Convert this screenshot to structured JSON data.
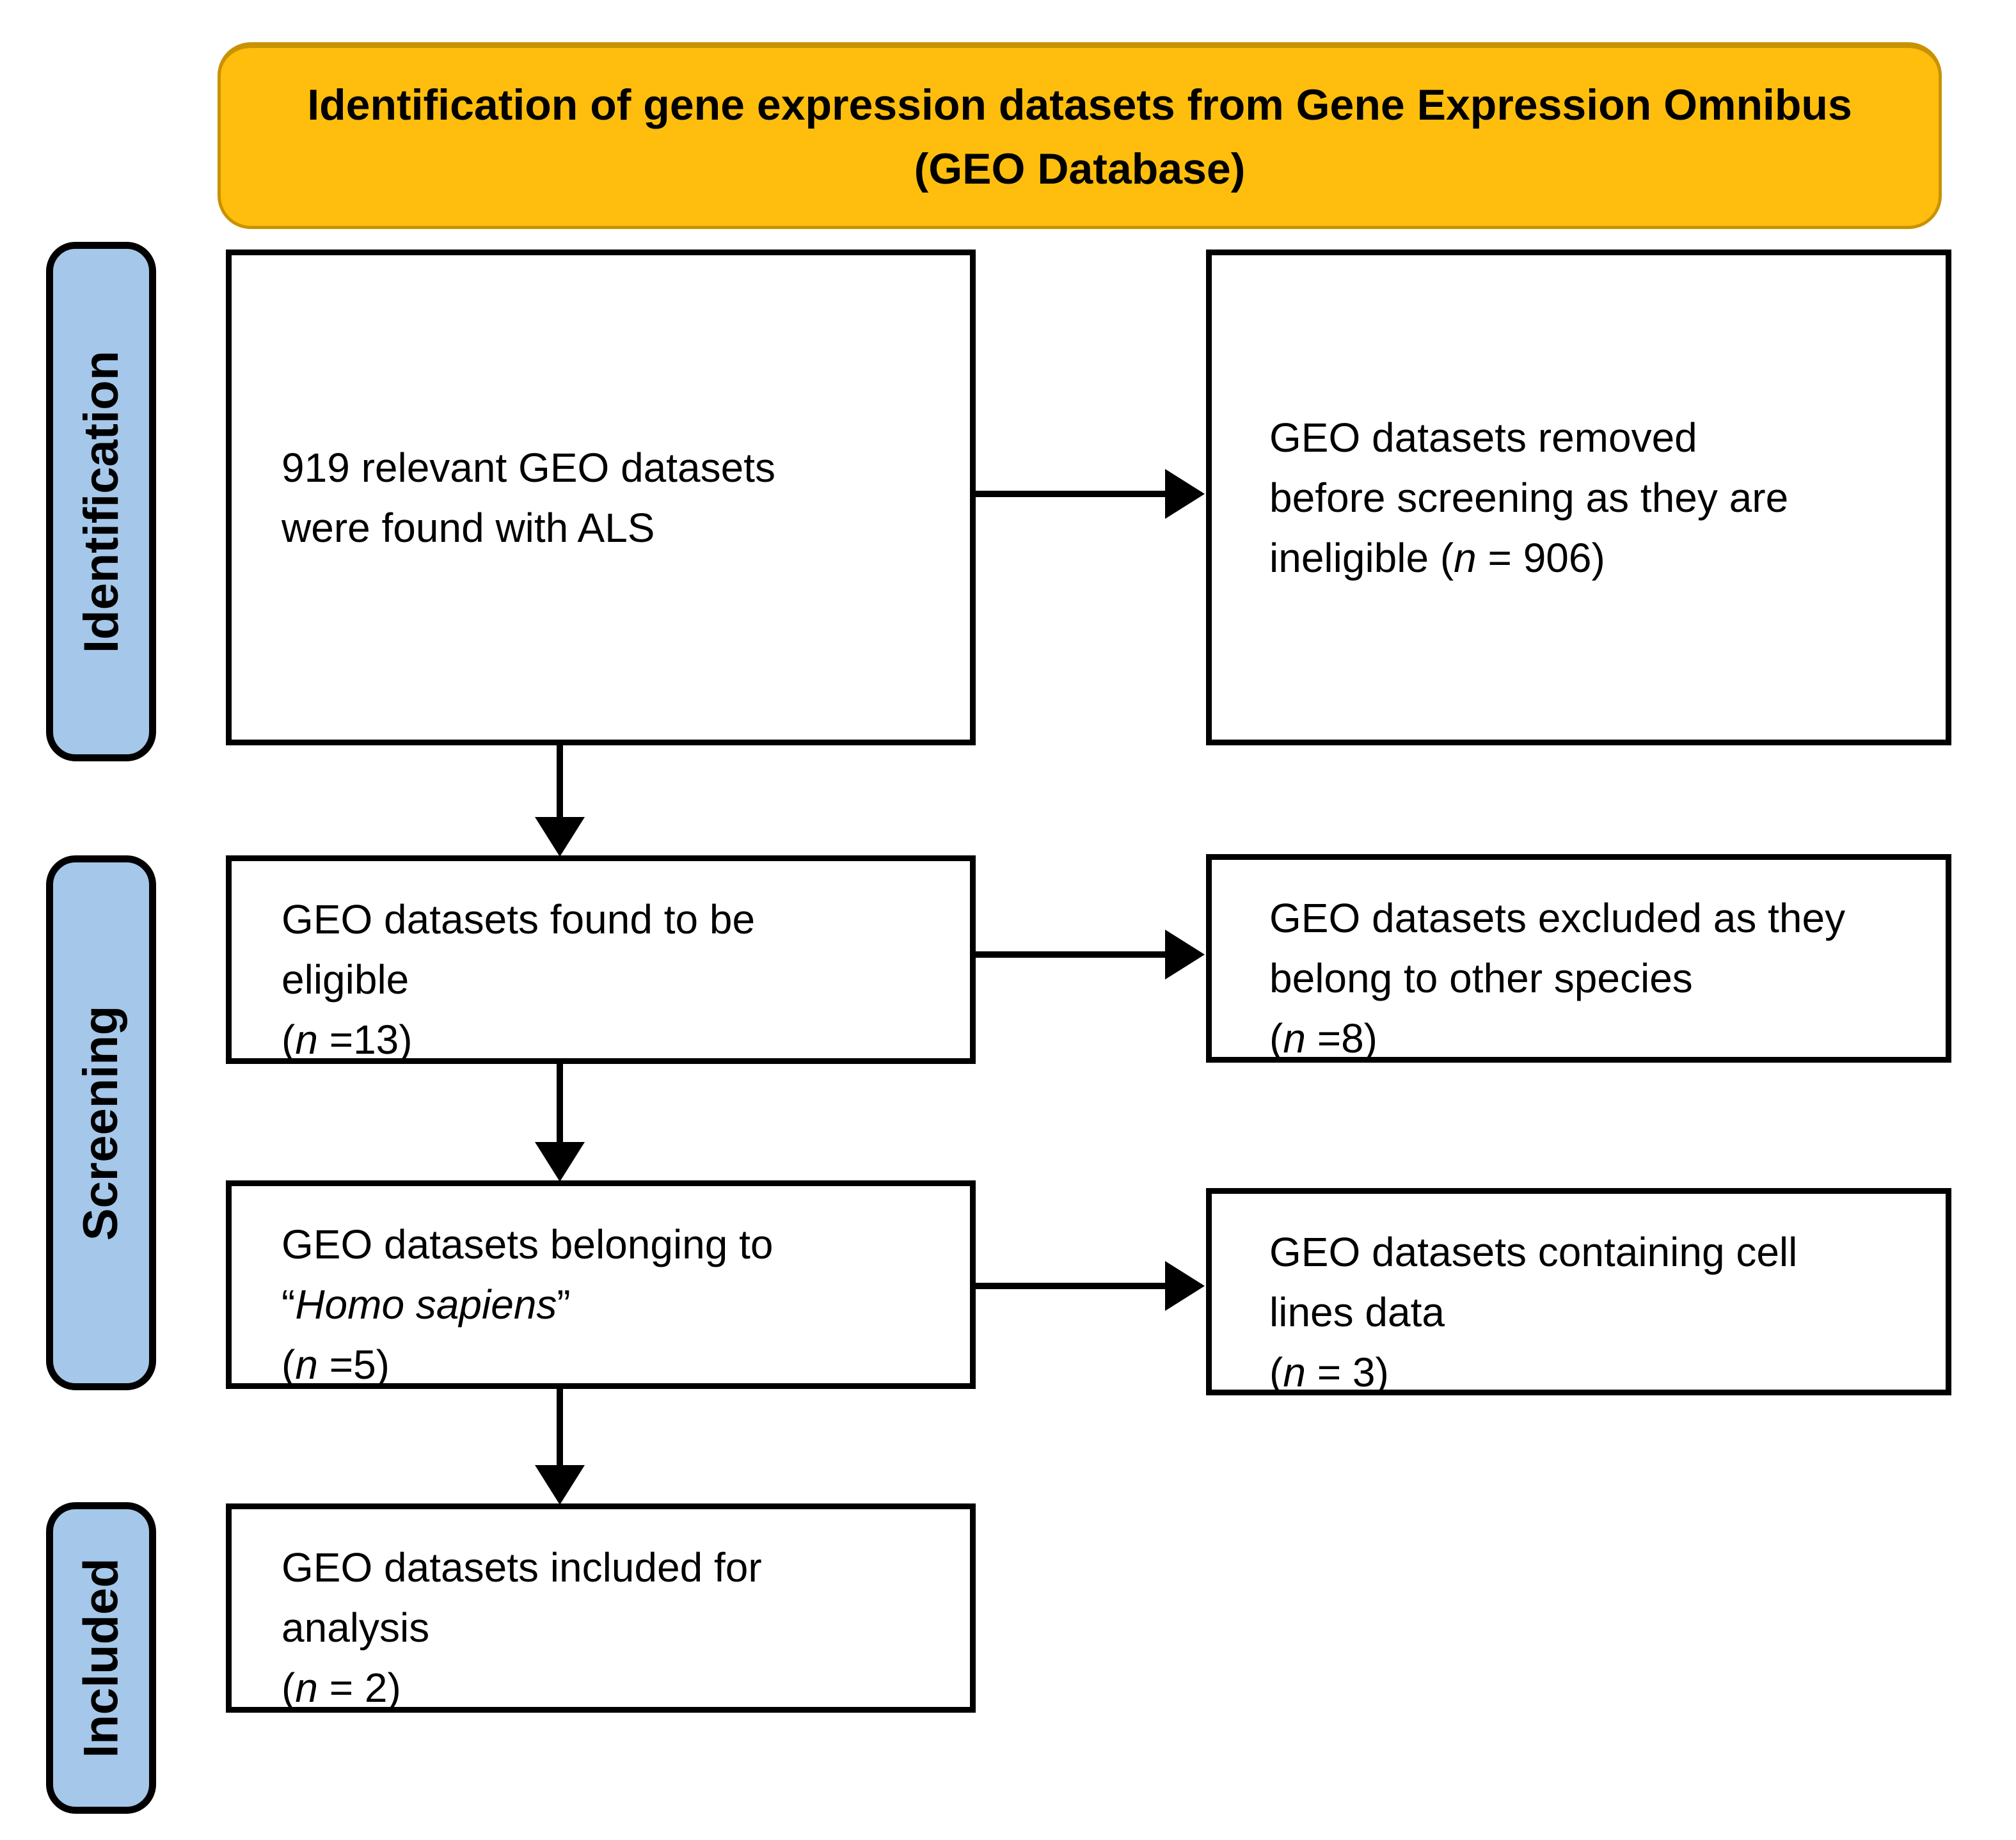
{
  "header": {
    "line1": "Identification of gene expression datasets from Gene Expression Omnibus",
    "line2": "(GEO Database)"
  },
  "stages": [
    "Identification",
    "Screening",
    "Included"
  ],
  "boxes": {
    "identified": {
      "lines": [
        [
          {
            "t": "919 relevant GEO datasets"
          }
        ],
        [
          {
            "t": "were found with ALS"
          }
        ]
      ]
    },
    "removed": {
      "lines": [
        [
          {
            "t": "GEO datasets removed"
          }
        ],
        [
          {
            "t": "before screening as they are"
          }
        ],
        [
          {
            "t": "ineligible ("
          },
          {
            "t": "n",
            "i": 1
          },
          {
            "t": " = 906)"
          }
        ]
      ]
    },
    "eligible": {
      "lines": [
        [
          {
            "t": "GEO datasets found to be"
          }
        ],
        [
          {
            "t": "eligible"
          }
        ],
        [
          {
            "t": "("
          },
          {
            "t": "n",
            "i": 1
          },
          {
            "t": " =13)"
          }
        ]
      ]
    },
    "other_species": {
      "lines": [
        [
          {
            "t": "GEO datasets excluded as they"
          }
        ],
        [
          {
            "t": "belong to other species"
          }
        ],
        [
          {
            "t": "("
          },
          {
            "t": "n",
            "i": 1
          },
          {
            "t": " =8)"
          }
        ]
      ]
    },
    "homo_sapiens": {
      "lines": [
        [
          {
            "t": "GEO datasets belonging to"
          }
        ],
        [
          {
            "t": "“"
          },
          {
            "t": "Homo sapiens",
            "i": 1
          },
          {
            "t": "”"
          }
        ],
        [
          {
            "t": "("
          },
          {
            "t": "n",
            "i": 1
          },
          {
            "t": " =5)"
          }
        ]
      ]
    },
    "cell_lines": {
      "lines": [
        [
          {
            "t": "GEO datasets containing cell"
          }
        ],
        [
          {
            "t": "lines data"
          }
        ],
        [
          {
            "t": "("
          },
          {
            "t": "n",
            "i": 1
          },
          {
            "t": " = 3)"
          }
        ]
      ]
    },
    "included_analysis": {
      "lines": [
        [
          {
            "t": "GEO datasets included for"
          }
        ],
        [
          {
            "t": "analysis"
          }
        ],
        [
          {
            "t": "("
          },
          {
            "t": "n",
            "i": 1
          },
          {
            "t": " = 2)"
          }
        ]
      ]
    }
  },
  "colors": {
    "page_bg": "#FFFFFF",
    "header_bg": "#FFBE0D",
    "header_edge": "#C99200",
    "label_bg": "#A5C7E9",
    "box_bg": "#FFFFFF",
    "line": "#000000",
    "ink": "#000000"
  }
}
